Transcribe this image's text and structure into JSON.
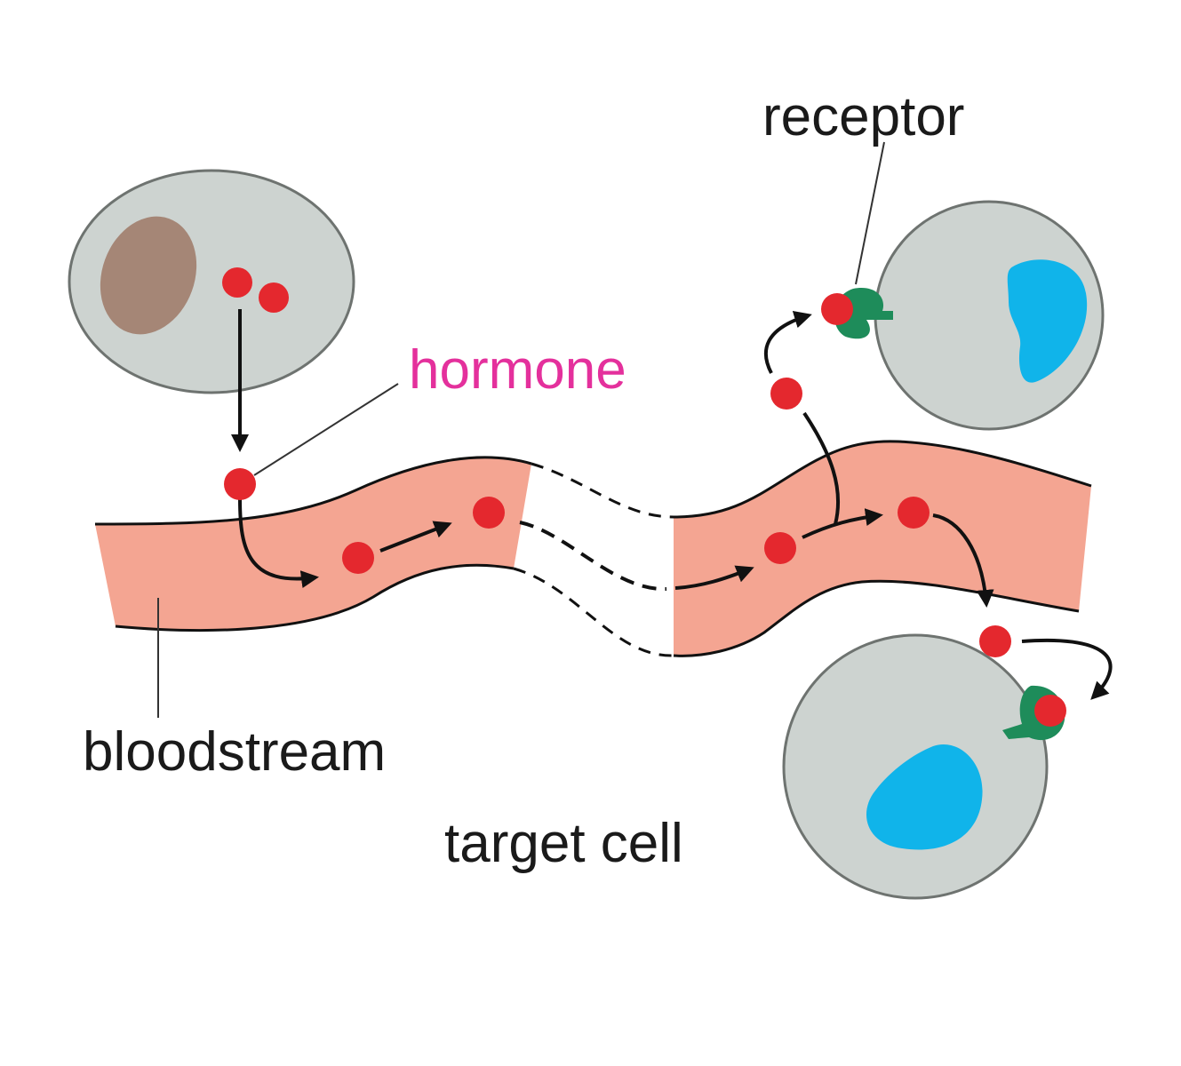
{
  "labels": {
    "receptor": "receptor",
    "hormone": "hormone",
    "bloodstream": "bloodstream",
    "target_cell": "target cell"
  },
  "colors": {
    "cell_fill": "#cdd3d0",
    "cell_stroke": "#6e7370",
    "nucleus_secreting": "#a58676",
    "nucleus_target": "#10b4ea",
    "bloodstream": "#f4a592",
    "hormone": "#e4282e",
    "receptor": "#1e8c5a",
    "hormone_label": "#e4309c",
    "text": "#1a1a1a"
  }
}
